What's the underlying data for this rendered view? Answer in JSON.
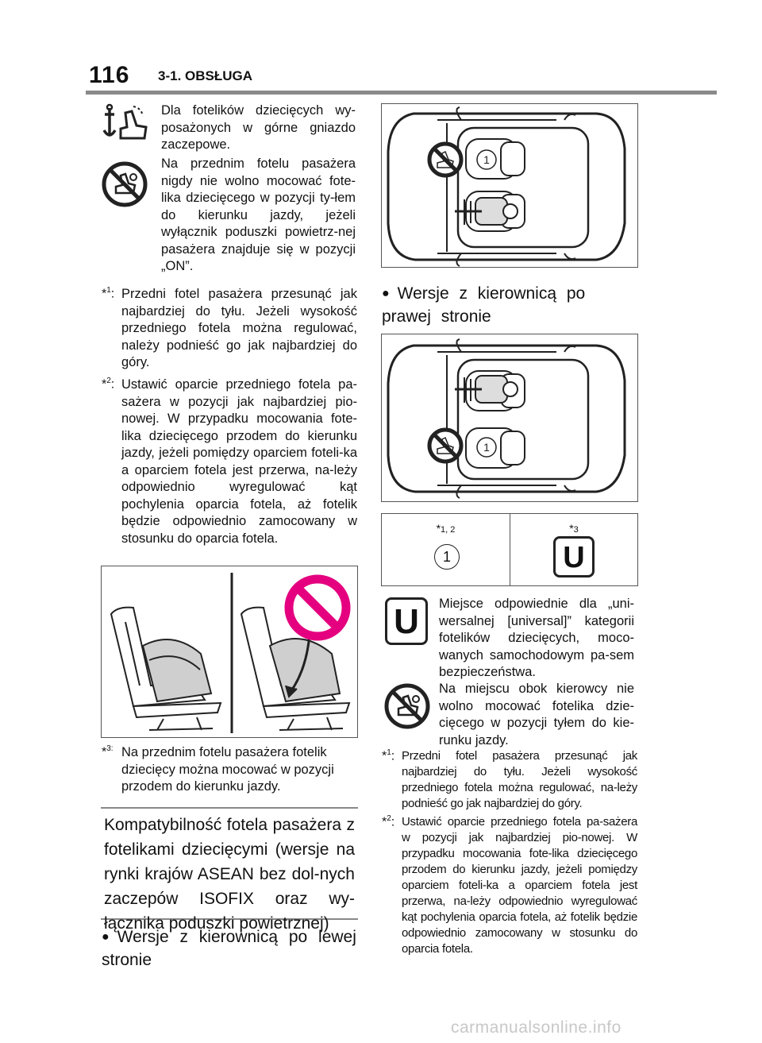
{
  "header": {
    "page_number": "116",
    "section": "3-1. OBSŁUGA"
  },
  "left": {
    "icon_rows": [
      {
        "icon": "child-seat-top-tether-icon",
        "text": "Dla fotelików dziecięcych wy-posażonych w górne gniazdo zaczepowe."
      },
      {
        "icon": "no-rear-facing-seat-icon",
        "text": "Na przednim fotelu pasażera nigdy nie wolno mocować fote-lika dziecięcego w pozycji ty-łem do kierunku jazdy, jeżeli wyłącznik poduszki powietrz-nej pasażera znajduje się w pozycji „ON”."
      }
    ],
    "notes": [
      {
        "mark": "*",
        "sup": "1",
        "text": "Przedni fotel pasażera przesunąć jak najbardziej do tyłu. Jeżeli wysokość przedniego fotela można regulować, należy podnieść go jak najbardziej do góry."
      },
      {
        "mark": "*",
        "sup": "2",
        "text": "Ustawić oparcie przedniego fotela pa-sażera w pozycji jak najbardziej pio-nowej. W przypadku mocowania fote-lika dziecięcego przodem do kierunku jazdy, jeżeli pomiędzy oparciem foteli-ka a oparciem fotela jest przerwa, na-leży odpowiednio wyregulować kąt pochylenia oparcia fotela, aż fotelik będzie odpowiednio zamocowany w stosunku do oparcia fotela."
      },
      {
        "mark": "*",
        "sup": "3:",
        "text": "Na przednim fotelu pasażera fotelik dziecięcy można mocować w pozycji przodem do kierunku jazdy."
      }
    ],
    "boxed_heading": "Kompatybilność fotela pasażera z fotelikami dziecięcymi (wersje na rynki krajów ASEAN bez dol-nych zaczepów ISOFIX oraz wy-łącznika poduszki powietrznej)",
    "bullet_heading": "Wersje z kierownicą po lewej stronie"
  },
  "right": {
    "bullet_heading": "Wersje z kierownicą po prawej stronie",
    "diagram_labels": {
      "seat_number": "1"
    },
    "legend_table": [
      {
        "mark": "*",
        "sup": "1, 2",
        "symbol": "1"
      },
      {
        "mark": "*",
        "sup": "3",
        "symbol": "U"
      }
    ],
    "icon_rows": [
      {
        "icon": "universal-category-icon",
        "symbol": "U",
        "text": "Miejsce odpowiednie dla „uni-wersalnej [universal]” kategorii fotelików dziecięcych, moco-wanych samochodowym pa-sem bezpieczeństwa."
      },
      {
        "icon": "no-rear-facing-seat-icon",
        "text": "Na miejscu obok kierowcy nie wolno mocować fotelika dzie-cięcego w pozycji tyłem do kie-runku jazdy."
      }
    ],
    "notes": [
      {
        "mark": "*",
        "sup": "1",
        "text": "Przedni fotel pasażera przesunąć jak najbardziej do tyłu. Jeżeli wysokość przedniego fotela można regulować, na-leży podnieść go jak najbardziej do góry."
      },
      {
        "mark": "*",
        "sup": "2",
        "text": "Ustawić oparcie przedniego fotela pa-sażera w pozycji jak najbardziej pio-nowej. W przypadku mocowania fote-lika dziecięcego przodem do kierunku jazdy, jeżeli pomiędzy oparciem foteli-ka a oparciem fotela jest przerwa, na-leży odpowiednio wyregulować kąt pochylenia oparcia fotela, aż fotelik będzie odpowiednio zamocowany w stosunku do oparcia fotela."
      }
    ]
  },
  "watermark": "carmanualsonline.info"
}
